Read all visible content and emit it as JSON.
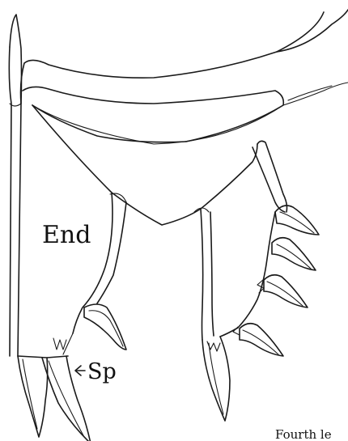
{
  "labels": {
    "endopod": "End",
    "spine": "Sp",
    "caption": "Fourth le"
  }
}
